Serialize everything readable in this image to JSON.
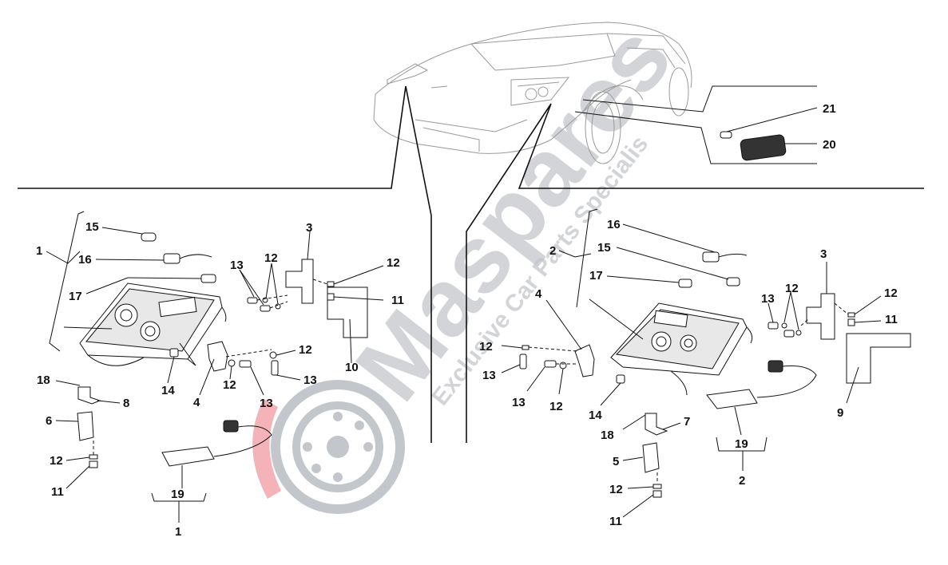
{
  "watermark": {
    "brand": "Maspares",
    "tagline": "Exclusive Car Parts Specialis",
    "colors": {
      "grey": "#b9bcc0",
      "red": "#e8606a"
    }
  },
  "labels": {
    "left_group": "1",
    "left_group_bottom": "1",
    "right_group": "2",
    "right_group_bottom": "2",
    "l15": "15",
    "l16": "16",
    "l17": "17",
    "l3": "3",
    "l12a": "12",
    "l13a": "13",
    "l12b": "12",
    "l11a": "11",
    "l10": "10",
    "l12c": "12",
    "l13b": "13",
    "l13c": "13",
    "l12d": "12",
    "l4": "4",
    "l14": "14",
    "l18": "18",
    "l8": "8",
    "l6": "6",
    "l12e": "12",
    "l11b": "11",
    "l19": "19",
    "r21": "21",
    "r20": "20",
    "r16": "16",
    "r15": "15",
    "r17": "17",
    "r4": "4",
    "r3": "3",
    "r13a": "13",
    "r12a": "12",
    "r12b": "12",
    "r11a": "11",
    "r12c": "12",
    "r13b": "13",
    "r13c": "13",
    "r12d": "12",
    "r14": "14",
    "r18": "18",
    "r7": "7",
    "r5": "5",
    "r12e": "12",
    "r11b": "11",
    "r19": "19",
    "r9": "9"
  }
}
